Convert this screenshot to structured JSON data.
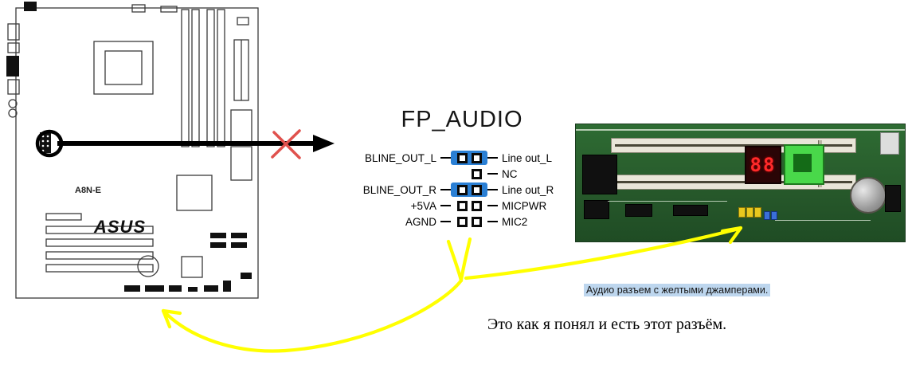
{
  "diagram": {
    "title": "FP_AUDIO",
    "board_model": "A8N-E",
    "board_brand": "ASUS"
  },
  "pinout": {
    "rows": [
      {
        "left": "BLINE_OUT_L",
        "right": "Line out_L"
      },
      {
        "left": "",
        "right": "NC"
      },
      {
        "left": "BLINE_OUT_R",
        "right": "Line out_R"
      },
      {
        "left": "+5VA",
        "right": "MICPWR"
      },
      {
        "left": "AGND",
        "right": "MIC2"
      }
    ]
  },
  "photo": {
    "display_digits": "88"
  },
  "captions": {
    "highlight": "Аудио разъем с желтыми джамперами.",
    "note": "Это как я понял и есть этот разъём."
  },
  "colors": {
    "pin_blue": "#2a7fd4",
    "arrow_yellow": "#ffff00",
    "annotation_red": "#e0514d",
    "highlight_bg": "#bdd6ee",
    "pcb_green": "#2e6c33",
    "display_red": "#ff2a2a"
  }
}
